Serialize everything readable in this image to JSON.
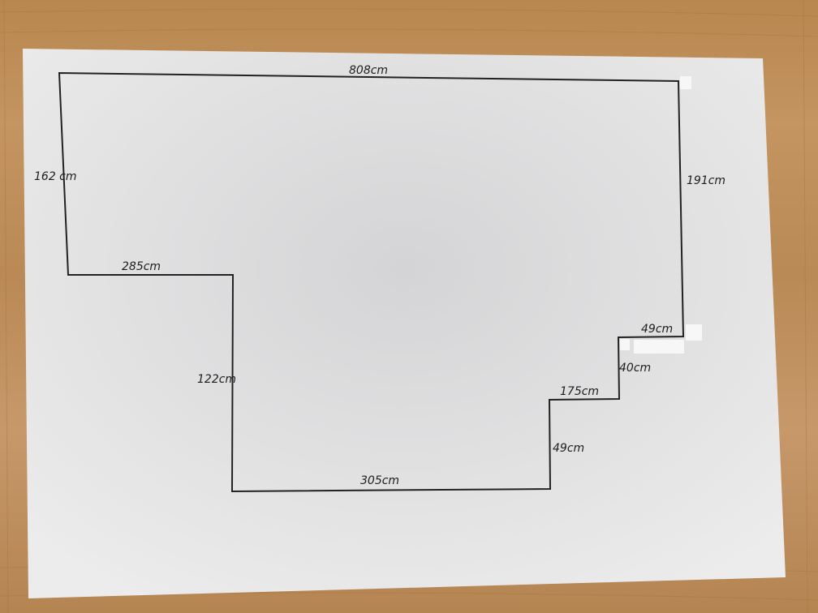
{
  "diagram": {
    "type": "floor-plan-sketch",
    "units": "cm",
    "labels": {
      "top": "808cm",
      "left_upper": "162 cm",
      "left_step": "285cm",
      "left_lower": "122cm",
      "bottom": "305cm",
      "right_lower": "49cm",
      "step_mid": "175cm",
      "step_riser": "40cm",
      "step_top": "49cm",
      "right_upper": "191cm"
    }
  },
  "colors": {
    "wood": "#bf8f5c",
    "paper": "#ececec",
    "ink": "#1e1e1e"
  }
}
